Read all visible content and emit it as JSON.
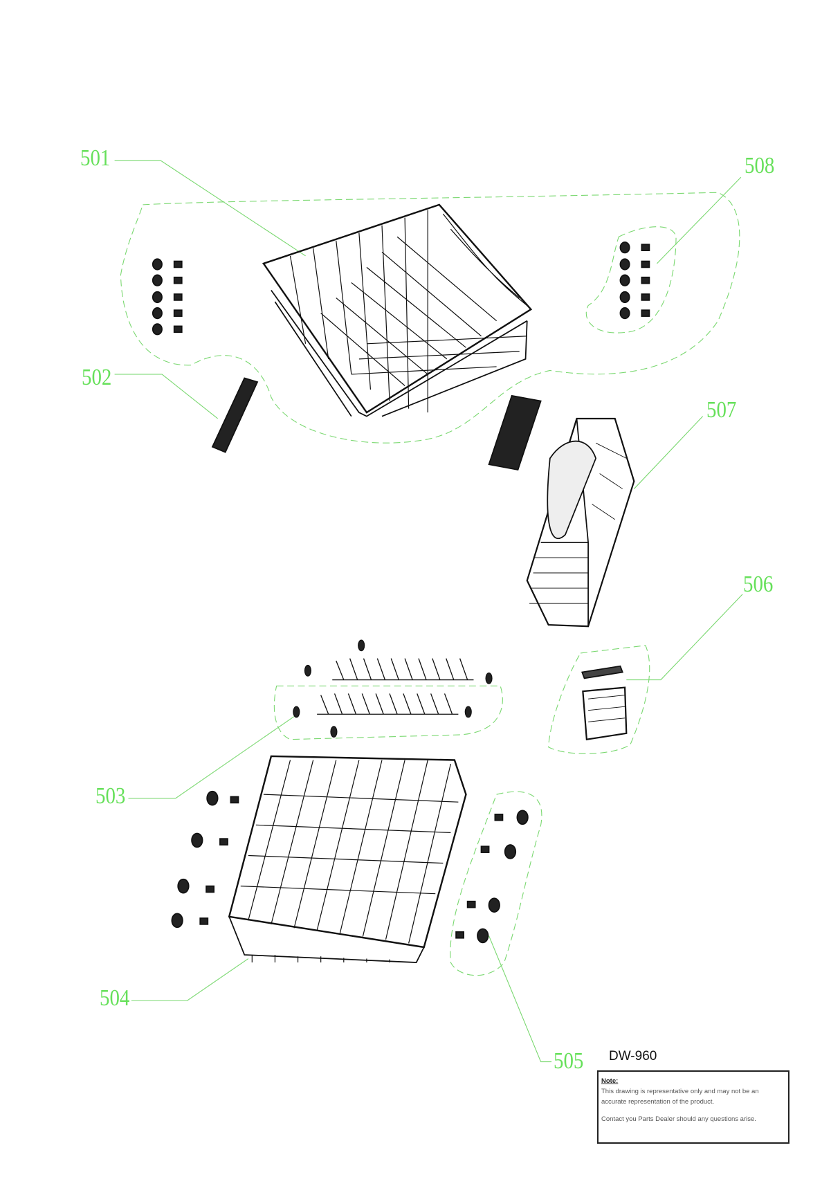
{
  "model": "DW-960",
  "callouts": [
    "501",
    "502",
    "503",
    "504",
    "505",
    "506",
    "507",
    "508"
  ],
  "note": {
    "heading": "Note:",
    "line1": "This drawing is representative only and may not be an accurate representation of the product.",
    "line2": "Contact you Parts Dealer should any questions arise."
  },
  "colors": {
    "callout": "#66e05a",
    "linework": "#111111"
  }
}
